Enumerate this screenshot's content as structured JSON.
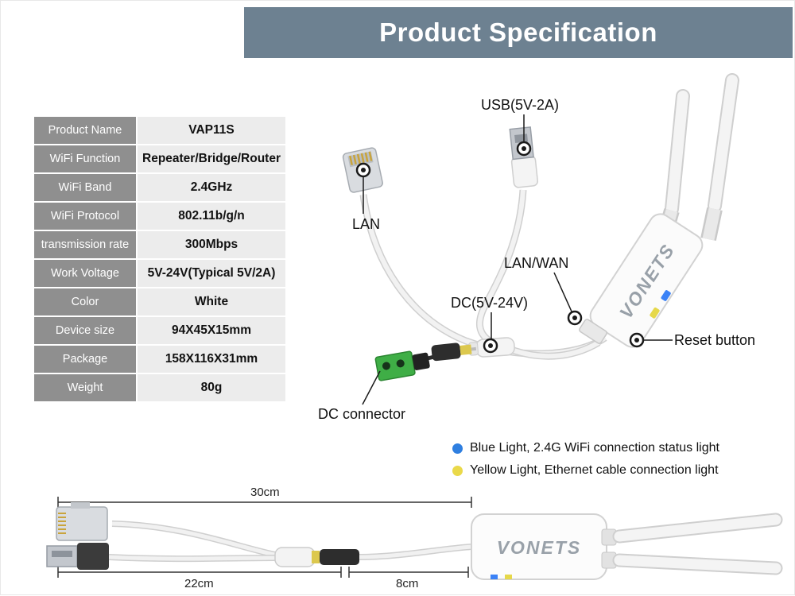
{
  "header": {
    "title": "Product Specification",
    "bg_color": "#6d8191"
  },
  "spec_table": {
    "rows": [
      {
        "label": "Product Name",
        "value": "VAP11S"
      },
      {
        "label": "WiFi Function",
        "value": "Repeater/Bridge/Router"
      },
      {
        "label": "WiFi Band",
        "value": "2.4GHz"
      },
      {
        "label": "WiFi Protocol",
        "value": "802.11b/g/n"
      },
      {
        "label": "transmission rate",
        "value": "300Mbps"
      },
      {
        "label": "Work Voltage",
        "value": "5V-24V(Typical 5V/2A)"
      },
      {
        "label": "Color",
        "value": "White"
      },
      {
        "label": "Device size",
        "value": "94X45X15mm"
      },
      {
        "label": "Package",
        "value": "158X116X31mm"
      },
      {
        "label": "Weight",
        "value": "80g"
      }
    ]
  },
  "callouts": {
    "usb": "USB(5V-2A)",
    "lan": "LAN",
    "lan_wan": "LAN/WAN",
    "dc": "DC(5V-24V)",
    "reset": "Reset button",
    "dc_connector": "DC connector"
  },
  "legend": {
    "items": [
      {
        "color": "#2f7fe0",
        "text": "Blue Light, 2.4G WiFi connection status light"
      },
      {
        "color": "#ead94a",
        "text": "Yellow Light, Ethernet cable connection light"
      }
    ]
  },
  "dimensions": {
    "total": "30cm",
    "cable": "22cm",
    "device": "8cm"
  },
  "brand": "VONETS",
  "status_lights": {
    "blue": "#3b82f6",
    "yellow": "#e6d84a"
  }
}
